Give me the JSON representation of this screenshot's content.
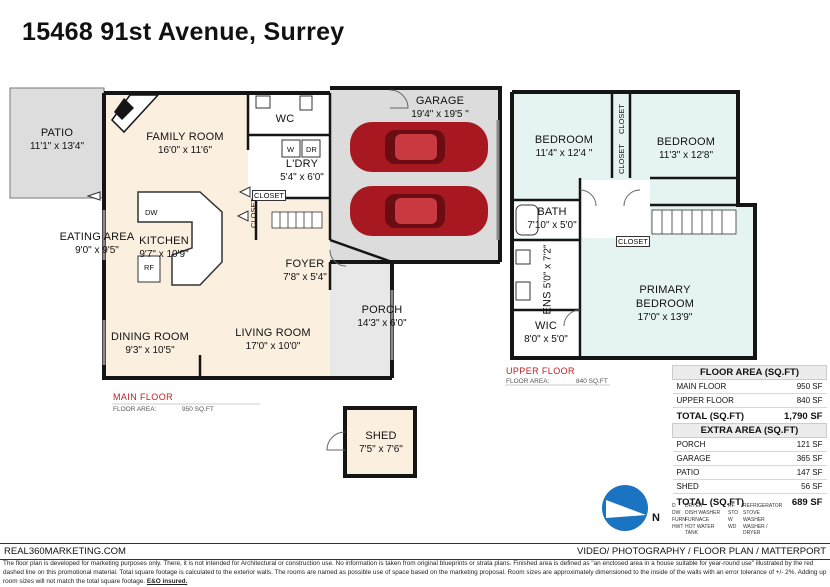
{
  "title": "15468 91st Avenue, Surrey",
  "floors": {
    "main": {
      "label": "MAIN FLOOR",
      "area_label": "FLOOR AREA:",
      "area_value": "950 SQ.FT"
    },
    "upper": {
      "label": "UPPER FLOOR",
      "area_label": "FLOOR AREA:",
      "area_value": "840 SQ.FT"
    }
  },
  "rooms": {
    "patio": {
      "name": "PATIO",
      "dims": "11'1\" x 13'4\""
    },
    "family": {
      "name": "FAMILY ROOM",
      "dims": "16'0\" x 11'6\""
    },
    "wc": {
      "name": "WC"
    },
    "garage": {
      "name": "GARAGE",
      "dims": "19'4\" x 19'5 \""
    },
    "laundry": {
      "name": "L'DRY",
      "dims": "5'4\" x 6'0\""
    },
    "kitchen": {
      "name": "KITCHEN",
      "dims": "9'7\" x 10'9\""
    },
    "eating": {
      "name": "EATING AREA",
      "dims": "9'0\" x 9'5\""
    },
    "foyer": {
      "name": "FOYER",
      "dims": "7'8\" x 5'4\""
    },
    "porch": {
      "name": "PORCH",
      "dims": "14'3\" x 6'0\""
    },
    "dining": {
      "name": "DINING ROOM",
      "dims": "9'3\" x 10'5\""
    },
    "living": {
      "name": "LIVING ROOM",
      "dims": "17'0\" x 10'0\""
    },
    "shed": {
      "name": "SHED",
      "dims": "7'5\" x 7'6\""
    },
    "bed1": {
      "name": "BEDROOM",
      "dims": "11'4\" x 12'4 \""
    },
    "bed2": {
      "name": "BEDROOM",
      "dims": "11'3\" x 12'8\""
    },
    "bath": {
      "name": "BATH",
      "dims": "7'10\" x 5'0\""
    },
    "ens": {
      "name": "ENS",
      "dims": "5'0\" x 7'2\""
    },
    "wic": {
      "name": "WIC",
      "dims": "8'0\" x 5'0\""
    },
    "primary": {
      "name": "PRIMARY BEDROOM",
      "dims": "17'0\" x 13'9\""
    }
  },
  "closet_label": "CLOSET",
  "fixtures": {
    "w": "W",
    "dr": "DR",
    "dw": "DW",
    "rf": "RF"
  },
  "floor_area_table": {
    "header": "FLOOR AREA (SQ.FT)",
    "rows": [
      {
        "label": "MAIN FLOOR",
        "value": "950 SF"
      },
      {
        "label": "UPPER FLOOR",
        "value": "840 SF"
      }
    ],
    "total_label": "TOTAL (SQ.FT)",
    "total_value": "1,790 SF"
  },
  "extra_area_table": {
    "header": "EXTRA AREA (SQ.FT)",
    "rows": [
      {
        "label": "PORCH",
        "value": "121 SF"
      },
      {
        "label": "GARAGE",
        "value": "365 SF"
      },
      {
        "label": "PATIO",
        "value": "147 SF"
      },
      {
        "label": "SHED",
        "value": "56 SF"
      }
    ],
    "total_label": "TOTAL (SQ.FT)",
    "total_value": "689 SF"
  },
  "compass_label": "N",
  "legend": [
    {
      "code": "D",
      "desc": "DRYER"
    },
    {
      "code": "RF",
      "desc": "REFRIGERATOR"
    },
    {
      "code": "DW",
      "desc": "DISH WASHER"
    },
    {
      "code": "STO",
      "desc": "STOVE"
    },
    {
      "code": "FURN",
      "desc": "FURNACE"
    },
    {
      "code": "W",
      "desc": "WASHER"
    },
    {
      "code": "HWT",
      "desc": "HOT WATER TANK"
    },
    {
      "code": "WD",
      "desc": "WASHER / DRYER"
    }
  ],
  "footer": {
    "left": "REAL360MARKETING.COM",
    "right": "VIDEO/ PHOTOGRAPHY / FLOOR PLAN / MATTERPORT"
  },
  "disclaimer": {
    "text1": "The floor plan is developed for marketing purposes only. There, it is not intended for Architectural or construction use. No information is  taken from original blueprints or strata plans. Finished area is defined as  \"an enclosed area in a house suitable for year-round use\" illustrated by the red dashed line on this promotional material. Total square footage is calculated to the exterior walls. The rooms are named as possible use of space based on the marketing proposal. Room sizes are approximately dimensioned to the inside of the walls with an error tolerance of +/- 2%. Adding up room sizes will not match the total square footage.",
    "eo": "E&O insured."
  },
  "colors": {
    "main_floor": "#fbf0df",
    "upper_floor": "#e6f3f3",
    "patio": "#dddddd",
    "garage": "#dcdcdc",
    "wall": "#151515",
    "car": "#a81820",
    "compass": "#1a74c2"
  }
}
